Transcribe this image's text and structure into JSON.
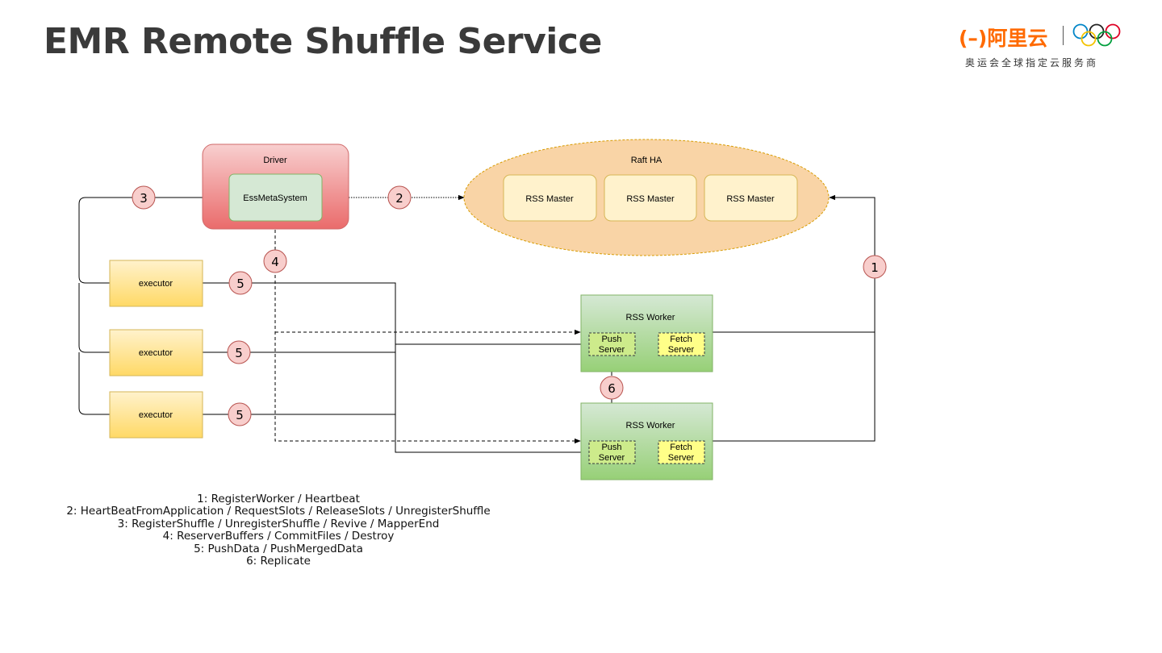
{
  "title": "EMR Remote Shuffle Service",
  "logo": {
    "brand": "(–)阿里云",
    "tagline": "奥运会全球指定云服务商",
    "brand_color": "#ff6a00"
  },
  "diagram": {
    "driver": {
      "label": "Driver",
      "inner": "EssMetaSystem"
    },
    "raft": {
      "label": "Raft HA",
      "masters": [
        "RSS Master",
        "RSS Master",
        "RSS Master"
      ]
    },
    "executors": [
      "executor",
      "executor",
      "executor"
    ],
    "workers": [
      {
        "label": "RSS Worker",
        "push": [
          "Push",
          "Server"
        ],
        "fetch": [
          "Fetch",
          "Server"
        ]
      },
      {
        "label": "RSS Worker",
        "push": [
          "Push",
          "Server"
        ],
        "fetch": [
          "Fetch",
          "Server"
        ]
      }
    ],
    "step_badges": {
      "one": "1",
      "two": "2",
      "three": "3",
      "four": "4",
      "five": "5",
      "six": "6"
    },
    "colors": {
      "driver_fill": "#f7c6c6",
      "driver_fill_bottom": "#ea6b6b",
      "raft_fill": "#f9d4a6",
      "master_fill": "#fff2cc",
      "executor_fill": "#ffe699",
      "worker_fill": "#d5e8d4",
      "worker_fill_bottom": "#97d077",
      "badge_fill": "#f8cecc",
      "push_fill": "#cdeb8b",
      "fetch_fill": "#ffff88"
    }
  },
  "legend": [
    "1: RegisterWorker / Heartbeat",
    "2:  HeartBeatFromApplication / RequestSlots / ReleaseSlots / UnregisterShuffle",
    "3: RegisterShuffle / UnregisterShuffle / Revive / MapperEnd",
    "4: ReserverBuffers / CommitFiles / Destroy",
    "5: PushData / PushMergedData",
    "6: Replicate"
  ]
}
